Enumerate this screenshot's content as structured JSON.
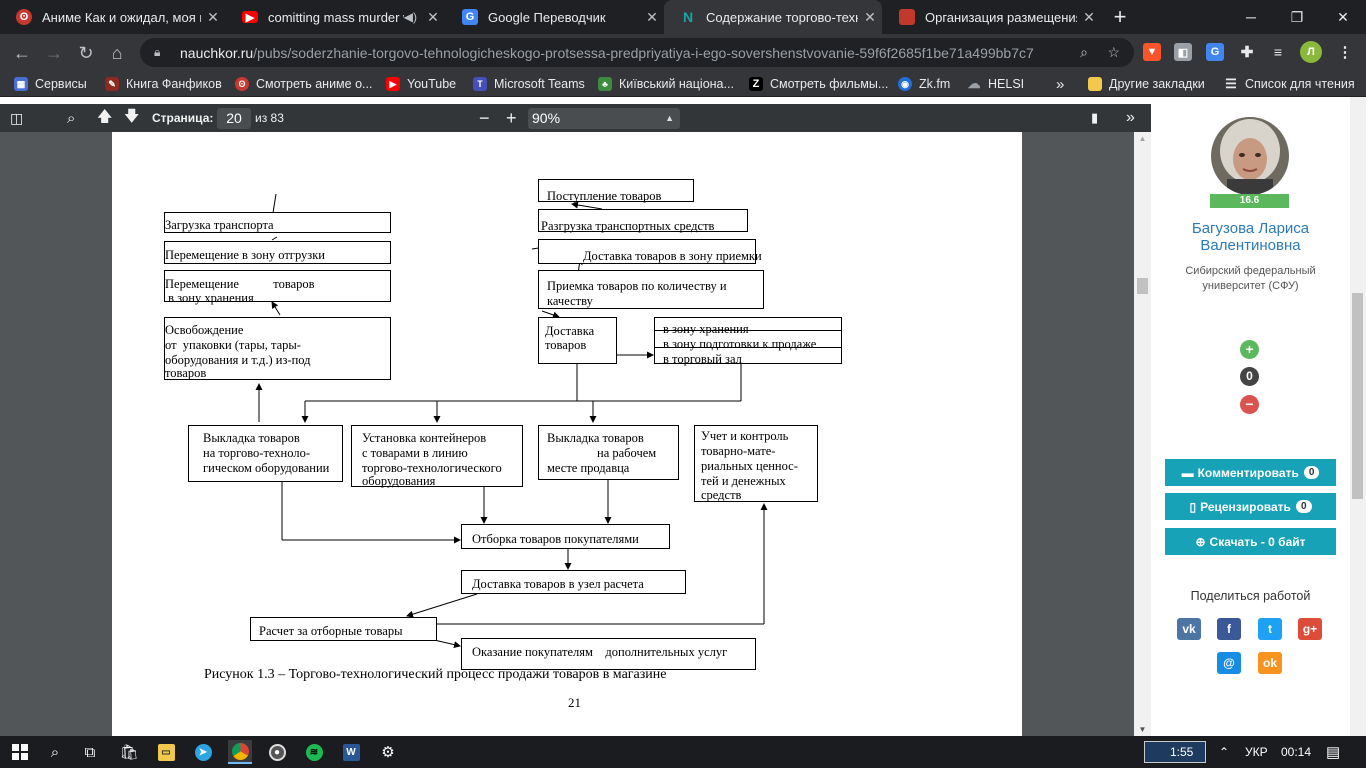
{
  "tabs": [
    {
      "title": "Аниме Как и ожидал, моя ш",
      "icon": "anime-site-icon",
      "color": "#c7392f",
      "audio": false,
      "active": false
    },
    {
      "title": "comitting mass murder w",
      "icon": "youtube-icon",
      "color": "#ff0000",
      "audio": true,
      "active": false
    },
    {
      "title": "Google Переводчик",
      "icon": "google-translate-icon",
      "color": "#4285f4",
      "audio": false,
      "active": false
    },
    {
      "title": "Содержание торгово-техно",
      "icon": "nauchkor-icon",
      "color": "#1aa3a3",
      "audio": false,
      "active": true
    },
    {
      "title": "Организация размещения и",
      "icon": "document-icon",
      "color": "#c0392b",
      "audio": false,
      "active": false
    }
  ],
  "browser": {
    "url_host": "nauchkor.ru",
    "url_path": "/pubs/soderzhanie-torgovo-tehnologicheskogo-protsessa-predpriyatiya-i-ego-sovershenstvovanie-59f6f2685f1be71a499bb7c7",
    "profile_letter": "Л"
  },
  "bookmarks": {
    "items": [
      "Сервисы",
      "Книга Фанфиков",
      "Смотреть аниме о...",
      "YouTube",
      "Microsoft Teams",
      "Київський націона...",
      "Смотреть фильмы...",
      "Zk.fm",
      "HELSI"
    ],
    "more": "»",
    "other": "Другие закладки",
    "reading_list": "Список для чтения"
  },
  "pdf": {
    "page_label": "Страница:",
    "page_current": "20",
    "page_total": "из 83",
    "zoom": "90%"
  },
  "diagram": {
    "left_chain": [
      "Загрузка транспорта",
      "Перемещение в зону отгрузки",
      "Перемещение           товаров",
      " в зону хранения",
      "Освобождение",
      "от  упаковки (тары, тары-",
      "оборудования и т.д.) из-под",
      "товаров"
    ],
    "right_chain": [
      "Поступление товаров",
      "Разгрузка транспортных средств",
      "Доставка товаров в зону приемки",
      "Приемка товаров по количеству и",
      "качеству",
      "Доставка",
      "товаров"
    ],
    "destinations": [
      "в зону хранения",
      "в зону подготовки к продаже",
      "в торговый зал"
    ],
    "middle": [
      [
        "Выкладка товаров",
        "на торгово-техноло-",
        "гическом оборудовании"
      ],
      [
        "Установка контейнеров",
        "с товарами в линию",
        "торгово-технологического",
        "оборудования"
      ],
      [
        "Выкладка товаров",
        "                на рабочем",
        "месте продавца"
      ],
      [
        "Учет и контроль",
        "товарно-мате-",
        "риальных ценнос-",
        "тей и денежных",
        "средств"
      ]
    ],
    "selection": "Отборка товаров покупателями",
    "delivery": "Доставка товаров в узел расчета",
    "payment": "Расчет за отборные товары",
    "services": "Оказание покупателям    дополнительных услуг",
    "caption": "Рисунок 1.3 – Торгово-технологический процесс продажи товаров в магазине",
    "page_number": "21"
  },
  "sidebar": {
    "rating": "16.6",
    "author_line1": "Багузова Лариса",
    "author_line2": "Валентиновна",
    "university_line1": "Сибирский федеральный",
    "university_line2": "университет (СФУ)",
    "votes": "0",
    "comment_label": "Комментировать",
    "comment_count": "0",
    "review_label": "Рецензировать",
    "review_count": "0",
    "download_label": "Скачать - 0 байт",
    "share_label": "Поделиться работой",
    "social": [
      "vk",
      "facebook",
      "twitter",
      "google-plus",
      "mail",
      "odnoklassniki"
    ]
  },
  "taskbar": {
    "clock_box": "1:55",
    "lang": "УКР",
    "time": "00:14"
  }
}
